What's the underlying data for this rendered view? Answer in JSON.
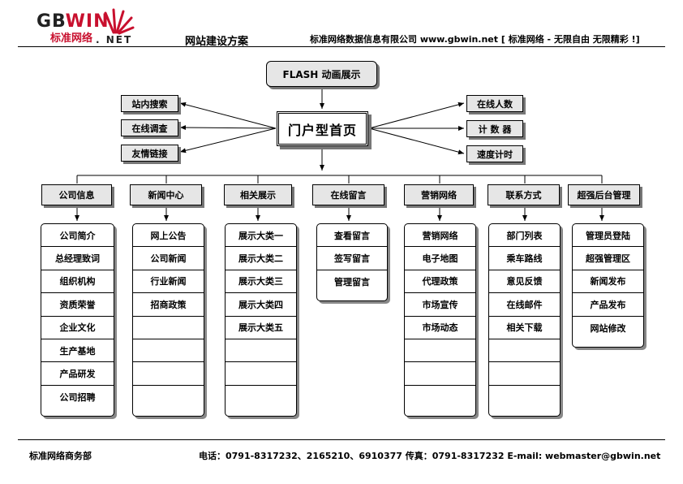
{
  "logo": {
    "text_gb": "GB",
    "text_win": "WIN",
    "text_cn": "标准网络",
    "text_net": ". NET"
  },
  "header": {
    "doc_title": "网站建设方案",
    "company_line": "标准网络数据信息有限公司 www.gbwin.net [ 标准网络 - 无限自由 无限精彩 !]"
  },
  "diagram": {
    "flash": "FLASH 动画展示",
    "home": "门户型首页",
    "left_nodes": [
      "站内搜索",
      "在线调查",
      "友情链接"
    ],
    "right_nodes": [
      "在线人数",
      "计 数 器",
      "速度计时"
    ],
    "sections": [
      {
        "title": "公司信息",
        "items": [
          "公司简介",
          "总经理致词",
          "组织机构",
          "资质荣誉",
          "企业文化",
          "生产基地",
          "产品研发",
          "公司招聘"
        ]
      },
      {
        "title": "新闻中心",
        "items": [
          "网上公告",
          "公司新闻",
          "行业新闻",
          "招商政策",
          "",
          "",
          "",
          ""
        ]
      },
      {
        "title": "相关展示",
        "items": [
          "展示大类一",
          "展示大类二",
          "展示大类三",
          "展示大类四",
          "展示大类五",
          "",
          "",
          ""
        ]
      },
      {
        "title": "在线留言",
        "items": [
          "查看留言",
          "签写留言",
          "管理留言"
        ]
      },
      {
        "title": "营销网络",
        "items": [
          "营销网络",
          "电子地图",
          "代理政策",
          "市场宣传",
          "市场动态",
          "",
          "",
          ""
        ]
      },
      {
        "title": "联系方式",
        "items": [
          "部门列表",
          "乘车路线",
          "意见反馈",
          "在线邮件",
          "相关下载",
          "",
          "",
          ""
        ]
      },
      {
        "title": "超强后台管理",
        "items": [
          "管理员登陆",
          "超强管理区",
          "新闻发布",
          "产品发布",
          "网站修改"
        ]
      }
    ]
  },
  "footer": {
    "dept": "标准网络商务部",
    "contact": "电话：0791-8317232、2165210、6910377   传真：0791-8317232   E-mail: webmaster@gbwin.net"
  }
}
